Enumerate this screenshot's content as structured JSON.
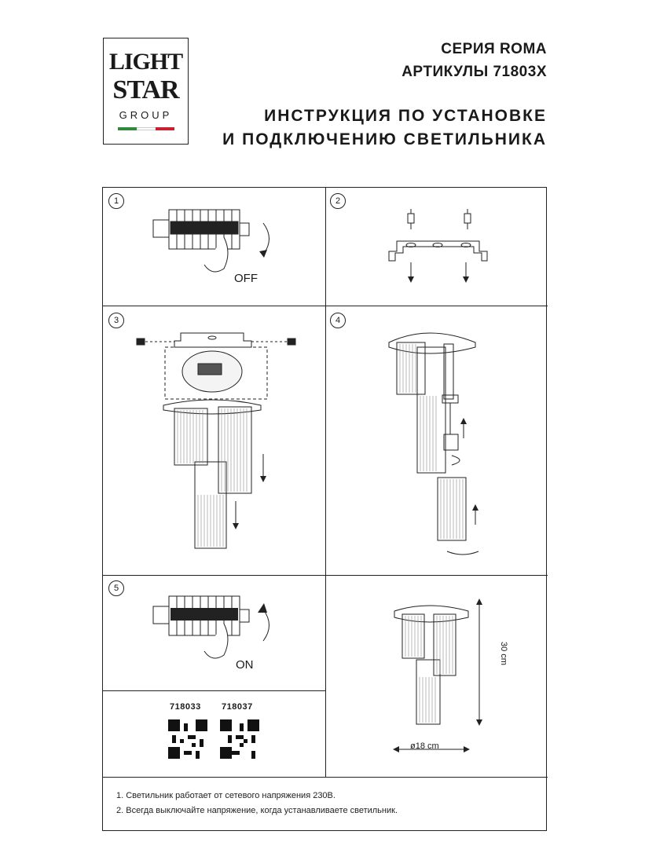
{
  "logo": {
    "line1": "LIGHT",
    "line2": "STAR",
    "line3": "GROUP",
    "flag_colors": [
      "#2e8b3e",
      "#ffffff",
      "#c8202f"
    ]
  },
  "header": {
    "series": "СЕРИЯ ROMA",
    "articles": "АРТИКУЛЫ 71803X",
    "instruction_line1": "ИНСТРУКЦИЯ ПО УСТАНОВКЕ",
    "instruction_line2": "И ПОДКЛЮЧЕНИЮ СВЕТИЛЬНИКА"
  },
  "steps": {
    "s1": {
      "number": "1",
      "caption": "OFF"
    },
    "s2": {
      "number": "2"
    },
    "s3": {
      "number": "3"
    },
    "s4": {
      "number": "4"
    },
    "s5": {
      "number": "5",
      "caption": "ON"
    }
  },
  "dimensions": {
    "height": "30 cm",
    "diameter": "ø18 cm"
  },
  "articles": [
    {
      "code": "718033"
    },
    {
      "code": "718037"
    }
  ],
  "notes": [
    "1. Светильник работает от сетевого напряжения 230В.",
    "2. Всегда выключайте напряжение, когда устанавливаете светильник."
  ]
}
